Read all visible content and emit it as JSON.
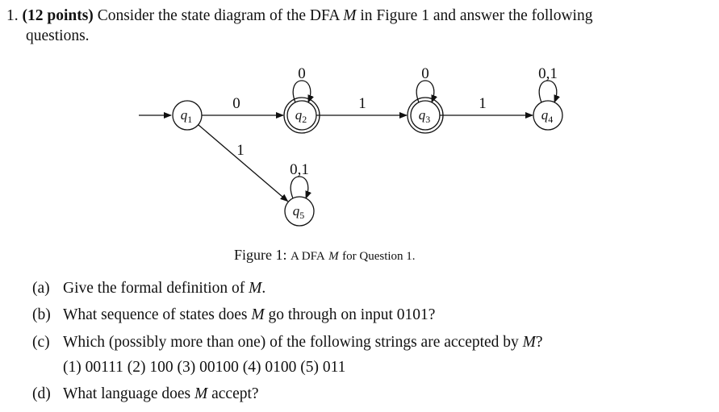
{
  "question": {
    "number": "1.",
    "points": "(12 points)",
    "text_pre": "Consider the state diagram of the DFA",
    "M": "M",
    "text_post": "in Figure 1 and answer the following",
    "line2": "questions."
  },
  "diagram": {
    "states": [
      {
        "id": "q1",
        "base": "q",
        "sub": "1",
        "accept": false,
        "start": true
      },
      {
        "id": "q2",
        "base": "q",
        "sub": "2",
        "accept": true,
        "start": false
      },
      {
        "id": "q3",
        "base": "q",
        "sub": "3",
        "accept": true,
        "start": false
      },
      {
        "id": "q4",
        "base": "q",
        "sub": "4",
        "accept": false,
        "start": false
      },
      {
        "id": "q5",
        "base": "q",
        "sub": "5",
        "accept": false,
        "start": false
      }
    ],
    "transitions": [
      {
        "from": "q1",
        "to": "q2",
        "label": "0"
      },
      {
        "from": "q1",
        "to": "q5",
        "label": "1"
      },
      {
        "from": "q2",
        "to": "q2",
        "label": "0"
      },
      {
        "from": "q2",
        "to": "q3",
        "label": "1"
      },
      {
        "from": "q3",
        "to": "q3",
        "label": "0"
      },
      {
        "from": "q3",
        "to": "q4",
        "label": "1"
      },
      {
        "from": "q4",
        "to": "q4",
        "label": "0,1"
      },
      {
        "from": "q5",
        "to": "q5",
        "label": "0,1"
      }
    ]
  },
  "caption": {
    "figure": "Figure 1:",
    "text_pre": "A DFA",
    "M": "M",
    "text_post": "for Question 1."
  },
  "parts": [
    {
      "label": "(a)",
      "pre": "Give the formal definition of",
      "M": "M",
      "post": "."
    },
    {
      "label": "(b)",
      "pre": "What sequence of states does",
      "M": "M",
      "post": "go through on input 0101?"
    },
    {
      "label": "(c)",
      "pre": "Which (possibly more than one) of the following strings are accepted by",
      "M": "M",
      "post": "?"
    },
    {
      "label": "(d)",
      "pre": "What language does",
      "M": "M",
      "post": "accept?"
    }
  ],
  "options_line": "(1) 00111 (2) 100 (3) 00100 (4) 0100 (5) 011"
}
